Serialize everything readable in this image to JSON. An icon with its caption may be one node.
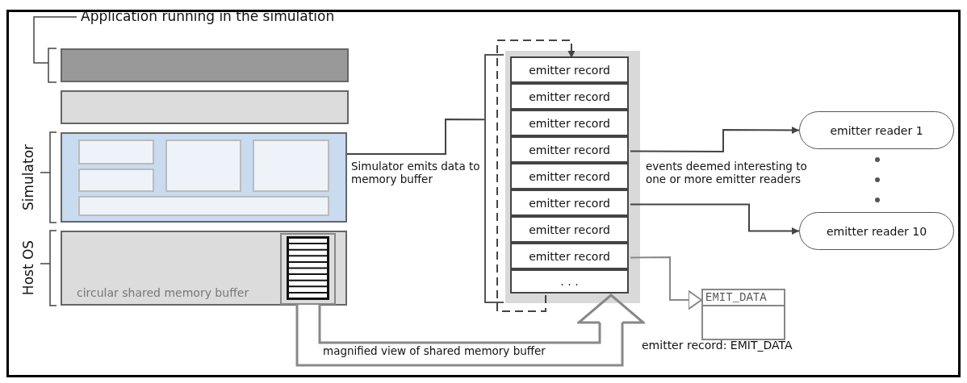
{
  "diagram": {
    "nodes": [
      {
        "text": [],
        "shape": "box",
        "beside": [
          "Application running in the simulation"
        ]
      },
      {
        "text": [],
        "shape": "box"
      },
      {
        "text": [],
        "shape": "box",
        "beside": [
          "Simulator"
        ]
      },
      {
        "text": [],
        "shape": "box",
        "in": 2
      },
      {
        "text": [],
        "shape": "box",
        "in": 2
      },
      {
        "text": [],
        "shape": "box",
        "in": 2
      },
      {
        "text": [],
        "shape": "box",
        "in": 2
      },
      {
        "text": [],
        "shape": "box",
        "in": 2
      },
      {
        "text": [
          "circular shared memory buffer"
        ],
        "beside": [
          "Host OS"
        ]
      },
      {
        "text": [],
        "shape": "box",
        "in": 8
      },
      {
        "text": [],
        "shape": "box"
      },
      {
        "text": [
          "emitter record"
        ],
        "in": 10
      },
      {
        "text": [
          "emitter record"
        ],
        "in": 10
      },
      {
        "text": [
          "emitter record"
        ],
        "in": 10
      },
      {
        "text": [
          "emitter record"
        ],
        "in": 10
      },
      {
        "text": [
          "emitter record"
        ],
        "in": 10
      },
      {
        "text": [
          "emitter record"
        ],
        "in": 10
      },
      {
        "text": [
          "emitter record"
        ],
        "in": 10
      },
      {
        "text": [
          "emitter record"
        ],
        "in": 10
      },
      {
        "text": [
          ". . ."
        ],
        "in": 10
      },
      {
        "text": [
          "emitter reader 1"
        ]
      },
      {
        "text": [
          "emitter reader 10"
        ]
      },
      {
        "text": [
          "EMIT_DATA"
        ],
        "beside": [
          "emitter record: EMIT_DATA"
        ]
      }
    ],
    "edges": [
      {
        "from": 2,
        "to": 10,
        "arrow": "none",
        "label": "Simulator emits data to memory buffer"
      },
      {
        "from": 19,
        "to": 11,
        "arrow": "to",
        "style": "dashed"
      },
      {
        "from": 14,
        "to": 20,
        "arrow": "to"
      },
      {
        "from": 16,
        "to": 21,
        "arrow": "to"
      },
      {
        "from": 18,
        "to": 22,
        "arrow": "to",
        "color": "#888888"
      },
      {
        "from": 9,
        "to": 10,
        "arrow": "to",
        "style": "thick",
        "color": "#888888",
        "label": "magnified view of shared memory buffer"
      }
    ],
    "labels": [
      "events deemed interesting to one or more emitter readers"
    ]
  }
}
